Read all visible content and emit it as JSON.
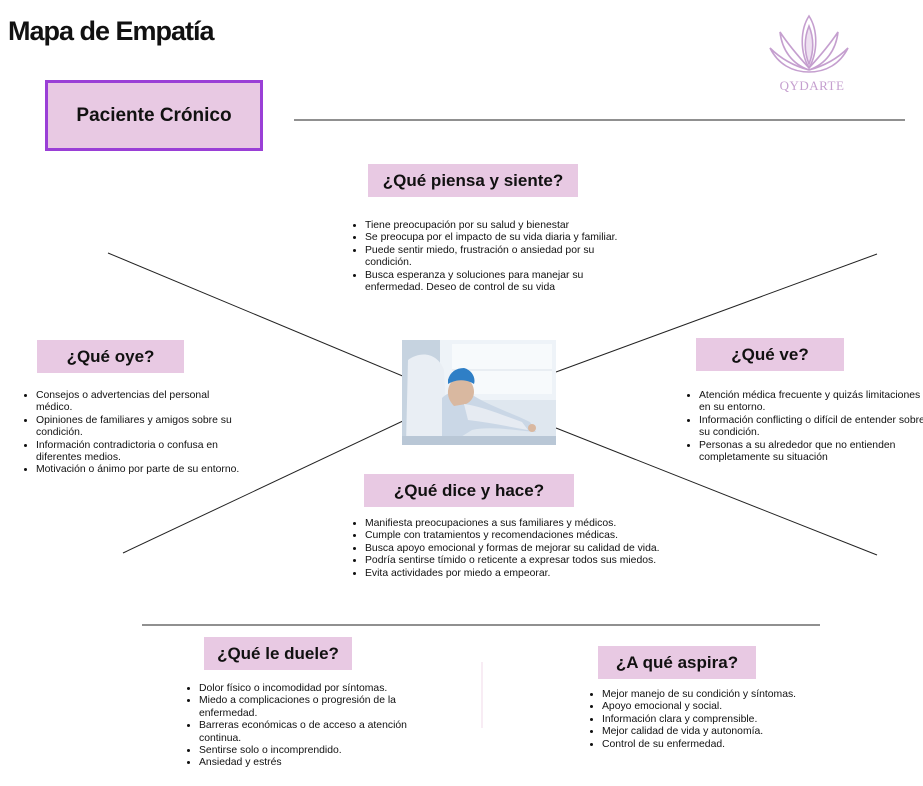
{
  "title": "Mapa de Empatía",
  "persona": "Paciente Crónico",
  "logo": {
    "icon": "lotus-icon",
    "text": "QYDARTE",
    "color": "#c59fcf"
  },
  "photo": {
    "icon": "patient-photo"
  },
  "colors": {
    "heading_bg": "#e8c9e3",
    "persona_border": "#9a3fd6"
  },
  "sections": {
    "thinks": {
      "heading": "¿Qué piensa y siente?",
      "items": [
        "Tiene preocupación por su salud y bienestar",
        "Se preocupa por el impacto de su vida diaria y familiar.",
        "Puede sentir miedo, frustración o ansiedad por su condición.",
        "Busca esperanza y soluciones para manejar su enfermedad. Deseo de control de su vida"
      ]
    },
    "hears": {
      "heading": "¿Qué oye?",
      "items": [
        "Consejos o advertencias del personal médico.",
        "Opiniones de familiares y amigos sobre su condición.",
        "Información contradictoria o confusa en diferentes medios.",
        "Motivación o ánimo por parte de su entorno."
      ]
    },
    "sees": {
      "heading": "¿Qué ve?",
      "items": [
        "Atención médica frecuente y quizás limitaciones en su entorno.",
        "Información conflicting o difícil de entender sobre su condición.",
        "Personas a su alrededor que no entienden completamente su situación"
      ]
    },
    "says": {
      "heading": "¿Qué dice y hace?",
      "items": [
        "Manifiesta preocupaciones a sus familiares y médicos.",
        "Cumple con tratamientos y recomendaciones médicas.",
        "Busca apoyo emocional y formas de mejorar su calidad de vida.",
        "Podría sentirse tímido o reticente a expresar todos sus miedos.",
        "Evita actividades por miedo a empeorar."
      ]
    },
    "pains": {
      "heading": "¿Qué le duele?",
      "items": [
        "Dolor físico o incomodidad por síntomas.",
        "Miedo a complicaciones o progresión de la enfermedad.",
        "Barreras económicas o de acceso a atención continua.",
        "Sentirse solo o incomprendido.",
        "Ansiedad y estrés"
      ]
    },
    "gains": {
      "heading": "¿A qué aspira?",
      "items": [
        "Mejor manejo de su condición y síntomas.",
        "Apoyo emocional y social.",
        "Información clara y comprensible.",
        "Mejor calidad de vida y autonomía.",
        "Control de su enfermedad."
      ]
    }
  }
}
